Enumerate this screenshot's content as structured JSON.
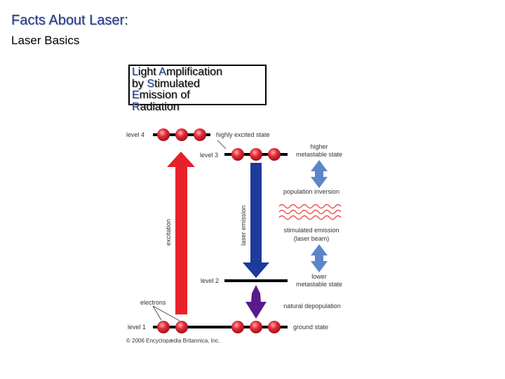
{
  "slide": {
    "title": "Facts About Laser:",
    "subtitle": "Laser Basics"
  },
  "acronym": [
    {
      "first": "L",
      "rest": "ight "
    },
    {
      "first": "A",
      "rest": "mplification"
    },
    {
      "first": "b",
      "rest": "y "
    },
    {
      "first": "S",
      "rest": "timulated"
    },
    {
      "first": "E",
      "rest": "mission of"
    },
    {
      "first": "R",
      "rest": "adiation"
    }
  ],
  "diagram": {
    "level4": "level 4",
    "level3": "level 3",
    "level2": "level 2",
    "level1": "level 1",
    "highly_excited": "highly excited state",
    "higher_meta_1": "higher",
    "higher_meta_2": "metastable state",
    "population_inversion": "population inversion",
    "stimulated_1": "stimulated emission",
    "stimulated_2": "(laser beam)",
    "lower_meta_1": "lower",
    "lower_meta_2": "metastable state",
    "natural_depop": "natural depopulation",
    "ground": "ground state",
    "electrons": "electrons",
    "excitation": "excitation",
    "laser_emission": "laser emission",
    "copyright": "© 2006 Encyclopædia Britannica, Inc.",
    "colors": {
      "excitation": "#e8202a",
      "emission": "#1e3a9a",
      "depopulation": "#5a1a8a",
      "inversion_arrow": "#5b86c8",
      "electron": "#e62e3a",
      "wave": "#e63a3a"
    }
  }
}
